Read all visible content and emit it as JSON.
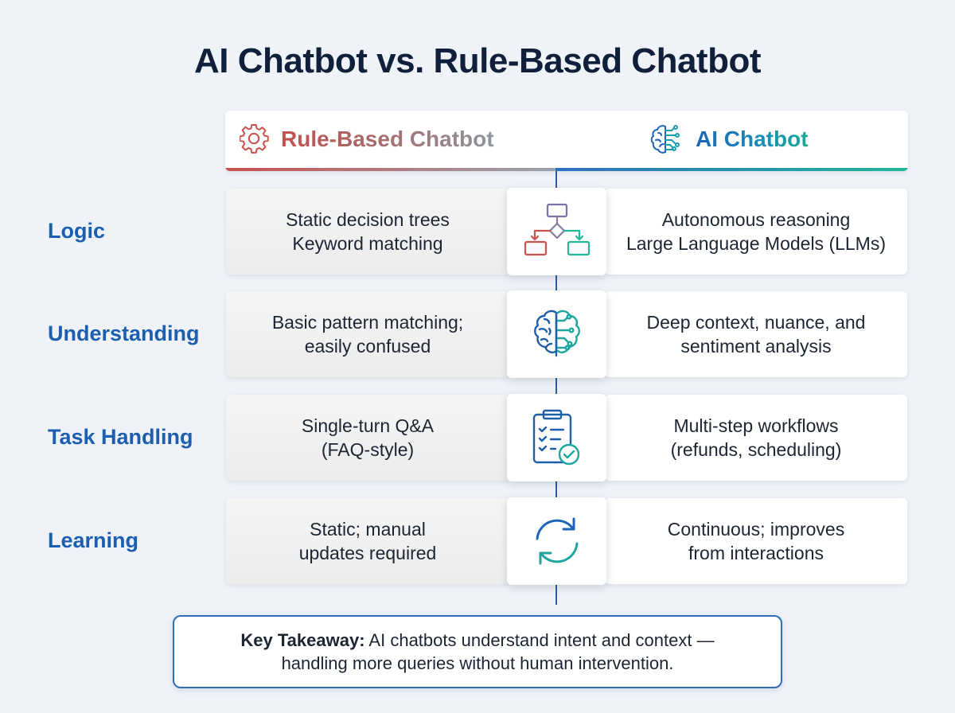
{
  "title": "AI Chatbot vs. Rule-Based Chatbot",
  "columns": {
    "left": {
      "label": "Rule-Based Chatbot",
      "icon": "gear-icon"
    },
    "right": {
      "label": "AI Chatbot",
      "icon": "circuit-brain-icon"
    }
  },
  "rows": [
    {
      "label": "Logic",
      "left": [
        "Static decision trees",
        "Keyword matching"
      ],
      "right": [
        "Autonomous reasoning",
        "Large Language Models (LLMs)"
      ],
      "icon": "flowchart-icon"
    },
    {
      "label": "Understanding",
      "left": [
        "Basic pattern matching;",
        "easily confused"
      ],
      "right": [
        "Deep context, nuance, and",
        "sentiment analysis"
      ],
      "icon": "brain-icon"
    },
    {
      "label": "Task Handling",
      "left": [
        "Single-turn Q&A",
        "(FAQ-style)"
      ],
      "right": [
        "Multi-step workflows",
        "(refunds, scheduling)"
      ],
      "icon": "clipboard-checklist-icon"
    },
    {
      "label": "Learning",
      "left": [
        "Static; manual",
        "updates required"
      ],
      "right": [
        "Continuous; improves",
        "from interactions"
      ],
      "icon": "refresh-cycle-icon"
    }
  ],
  "takeaway": {
    "prefix": "Key Takeaway:",
    "line1": " AI chatbots understand intent and context —",
    "line2": "handling more queries without human intervention."
  },
  "colors": {
    "title": "#10203a",
    "row_label": "#1c5fb0",
    "rule_based_accent": "#c8524d",
    "ai_accent_blue": "#2f6fbe",
    "ai_accent_teal": "#21b59a"
  }
}
